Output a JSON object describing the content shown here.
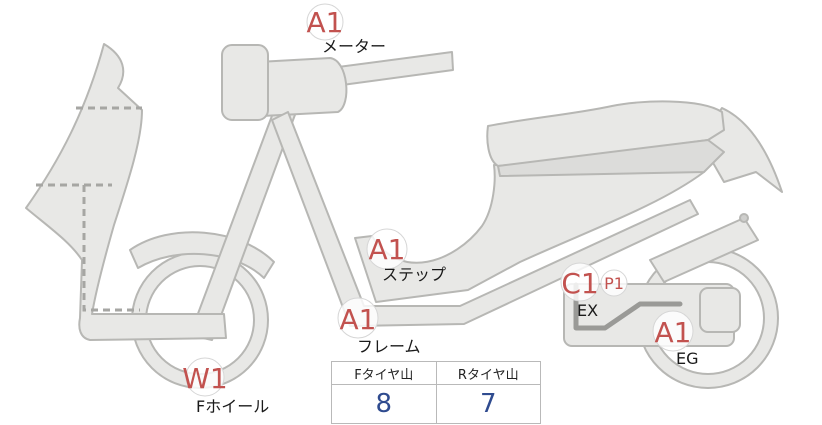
{
  "inspection_points": [
    {
      "grade": "A1",
      "label": "メーター"
    },
    {
      "grade": "A1",
      "label": "ステップ"
    },
    {
      "grade": "A1",
      "label": "フレーム"
    },
    {
      "grade": "C1",
      "label": "EX",
      "sub_grade": "P1"
    },
    {
      "grade": "A1",
      "label": "EG"
    },
    {
      "grade": "W1",
      "label": "Fホイール"
    }
  ],
  "tread_table": {
    "headers": [
      "Fタイヤ山",
      "Rタイヤ山"
    ],
    "values": [
      "8",
      "7"
    ]
  },
  "colors": {
    "body_fill": "#e8e8e6",
    "body_stroke": "#b7b7b4",
    "grade_text": "#c2524f",
    "value_text": "#2f4b8f"
  }
}
